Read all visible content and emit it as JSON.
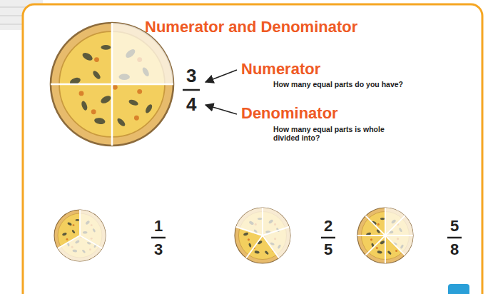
{
  "diagram": {
    "title": "Numerator and Denominator",
    "labels": [
      "Numerator",
      "How many equal parts do you have?",
      "Denominator",
      "How many equal parts is whole divided into?",
      "3",
      "4",
      "1",
      "3",
      "2",
      "5",
      "5",
      "8"
    ]
  }
}
